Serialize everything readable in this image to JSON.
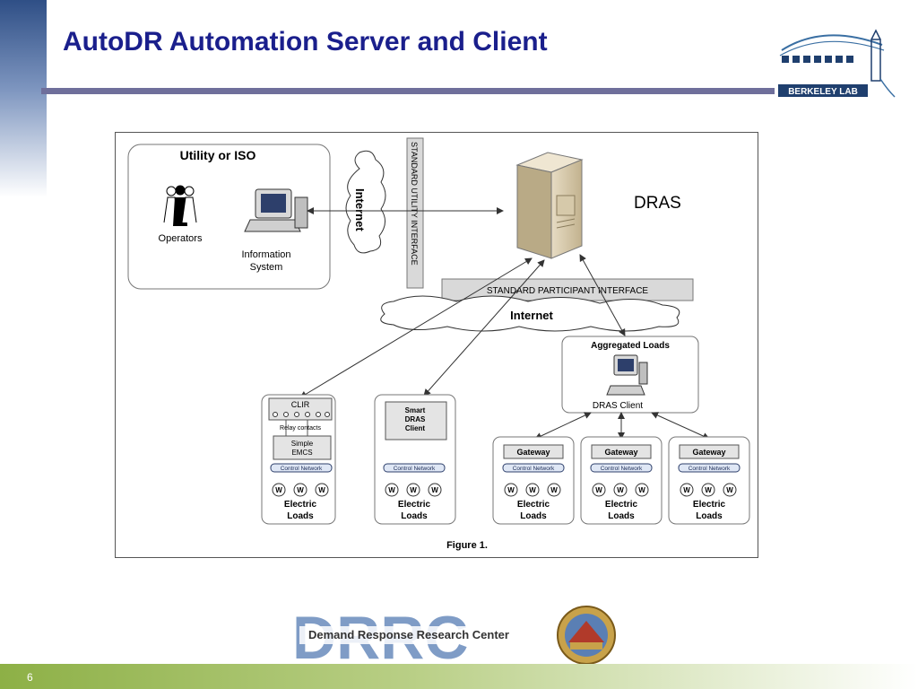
{
  "slide": {
    "title": "AutoDR Automation Server and Client",
    "page_number": "6"
  },
  "logo": {
    "text": "BERKELEY LAB"
  },
  "diagram": {
    "utility_box_title": "Utility or ISO",
    "operators_label": "Operators",
    "information_system_label_1": "Information",
    "information_system_label_2": "System",
    "internet_vertical_label": "Internet",
    "standard_utility_interface": "STANDARD UTILITY INTERFACE",
    "dras_label": "DRAS",
    "standard_participant_interface": "STANDARD PARTICIPANT INTERFACE",
    "internet_horizontal_label": "Internet",
    "aggregated_loads_label": "Aggregated Loads",
    "dras_client_label": "DRAS Client",
    "clir_label": "CLIR",
    "relay_contacts_label": "Relay contacts",
    "simple_emcs_label_1": "Simple",
    "simple_emcs_label_2": "EMCS",
    "smart_dras_client_1": "Smart",
    "smart_dras_client_2": "DRAS",
    "smart_dras_client_3": "Client",
    "gateway_label": "Gateway",
    "control_network_label": "Control Network",
    "load_symbol": "W",
    "electric_loads_1": "Electric",
    "electric_loads_2": "Loads",
    "figure_caption": "Figure 1."
  },
  "footer_logo": {
    "letters": "DRRC",
    "name": "Demand Response Research Center"
  }
}
